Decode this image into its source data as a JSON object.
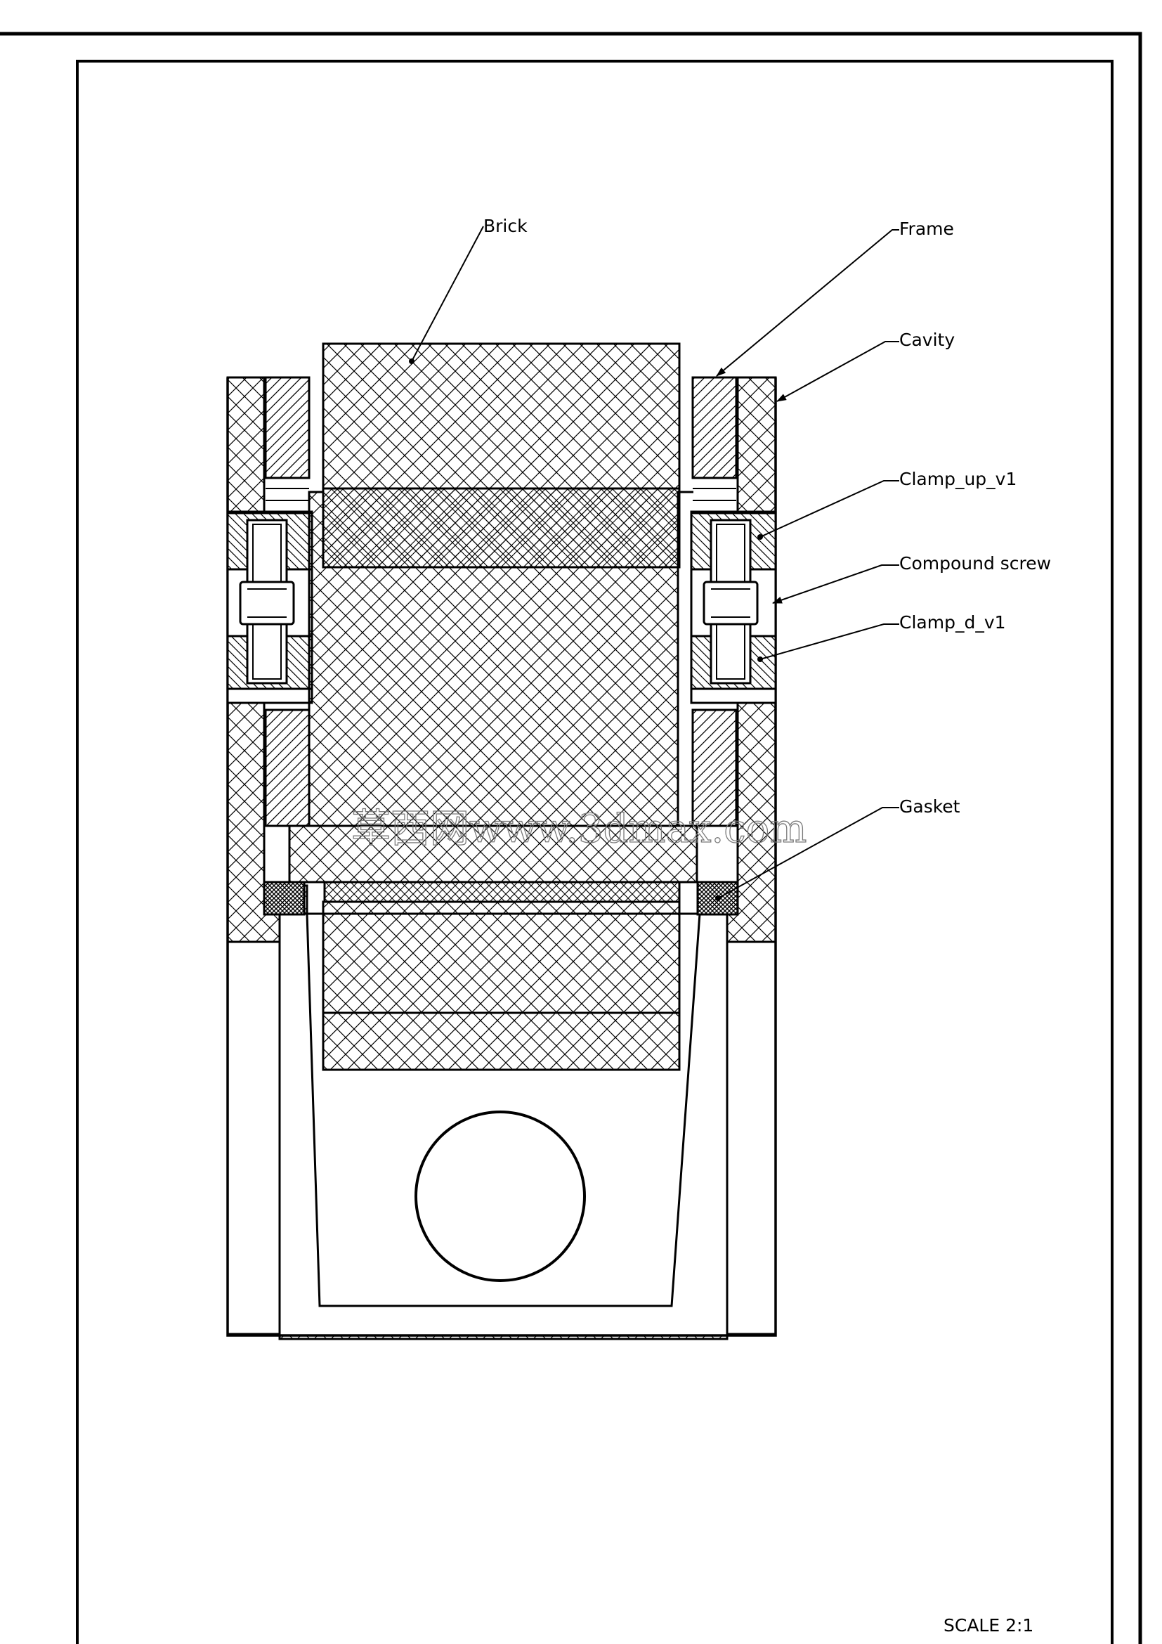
{
  "drawing": {
    "labels": {
      "brick": "Brick",
      "frame": "Frame",
      "cavity": "Cavity",
      "clamp_up": "Clamp_up_v1",
      "compound_screw": "Compound screw",
      "clamp_d": "Clamp_d_v1",
      "gasket": "Gasket"
    },
    "scale": "SCALE 2:1",
    "watermark": "草西网www.3dmax.com"
  }
}
